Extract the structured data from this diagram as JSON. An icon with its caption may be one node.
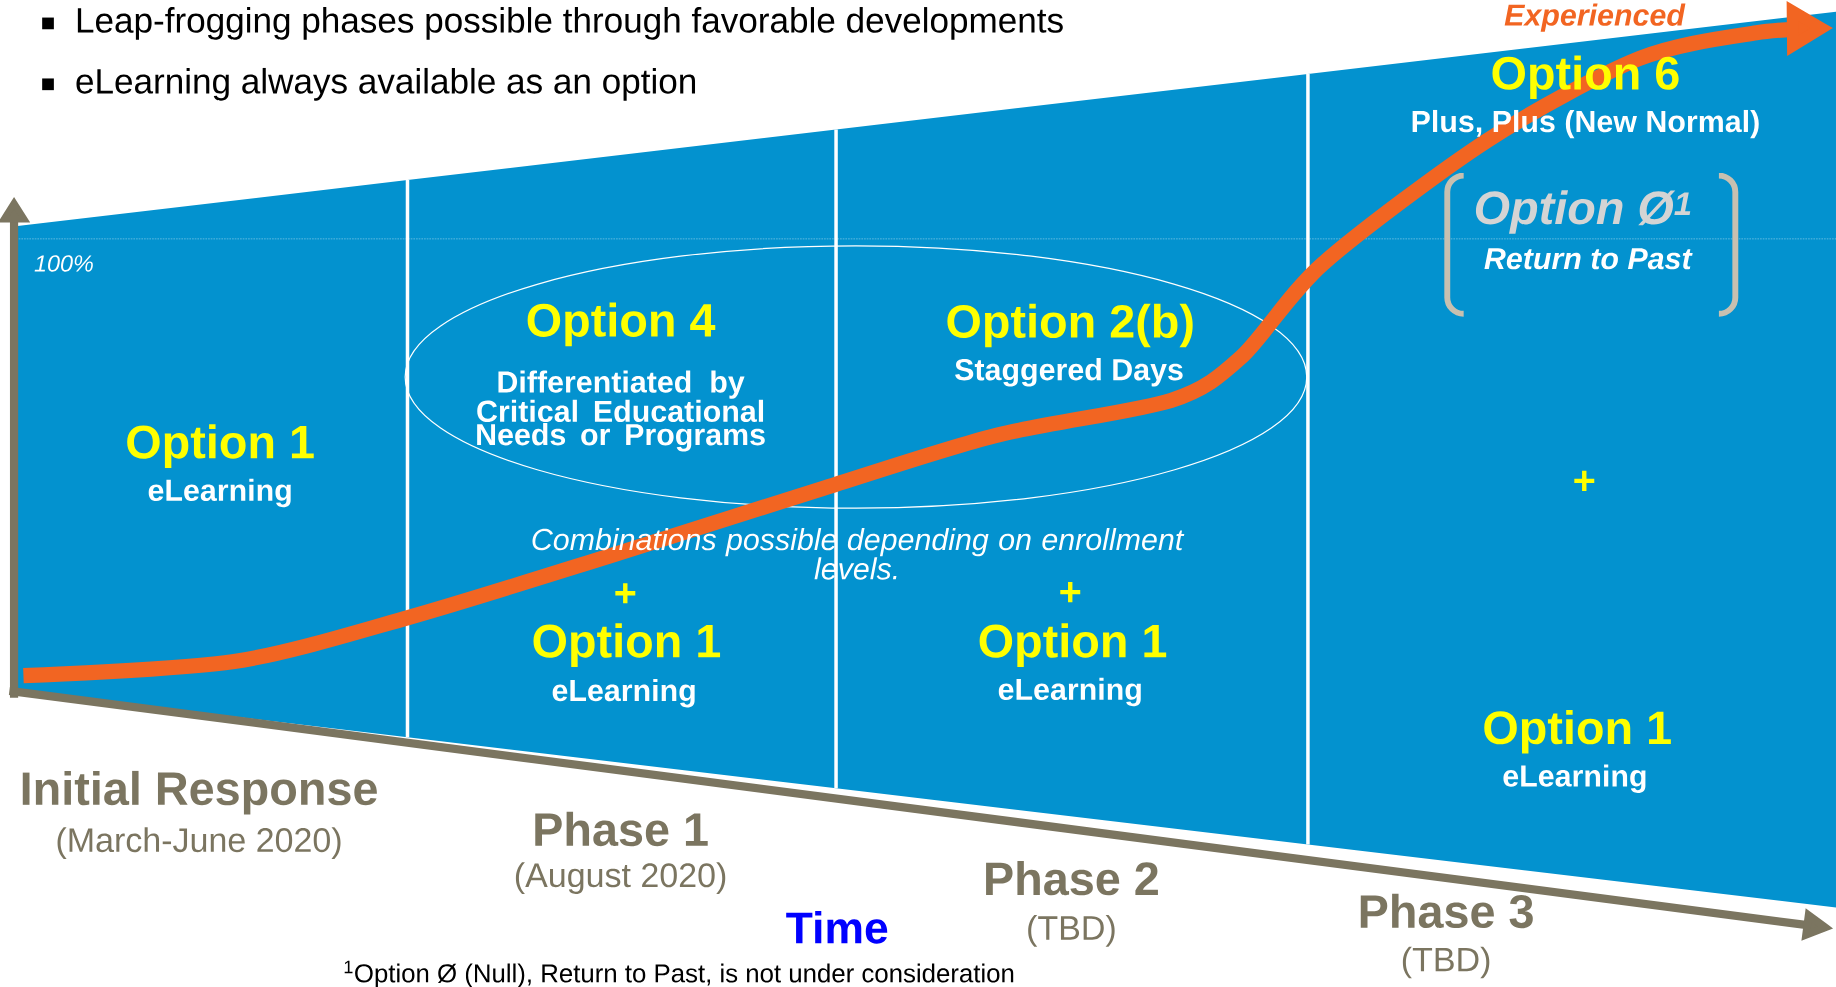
{
  "diagram": {
    "nodes": [
      {
        "text": [
          "Option 1",
          "eLearning"
        ],
        "beside": [
          "Initial Response",
          "(March-June 2020)"
        ]
      },
      {
        "text": [
          "+",
          "Option 1",
          "eLearning"
        ],
        "beside": [
          "Phase 1",
          "(August 2020)"
        ]
      },
      {
        "text": [
          "+",
          "Option 1",
          "eLearning"
        ],
        "beside": [
          "Phase 2",
          "(TBD)"
        ]
      },
      {
        "text": [
          "Option 6",
          "Plus, Plus (New Normal)",
          "Option Ø$^{1}$",
          "Return to Past",
          "+",
          "Option 1",
          "eLearning"
        ],
        "beside": [
          "Phase 3",
          "(TBD)"
        ]
      },
      {
        "text": [
          "Option 4",
          "Differentiated by Critical Educational Needs or Programs",
          "Option 2(b)",
          "Staggered Days"
        ]
      }
    ],
    "labels": [
      "Leap-frogging phases possible through favorable developments",
      "eLearning always available as an option",
      "Experienced",
      "100%",
      "Combinations possible depending on enrollment levels.",
      "Time",
      "$^{1}$Option Ø (Null), Return to Past, is not under consideration"
    ]
  }
}
